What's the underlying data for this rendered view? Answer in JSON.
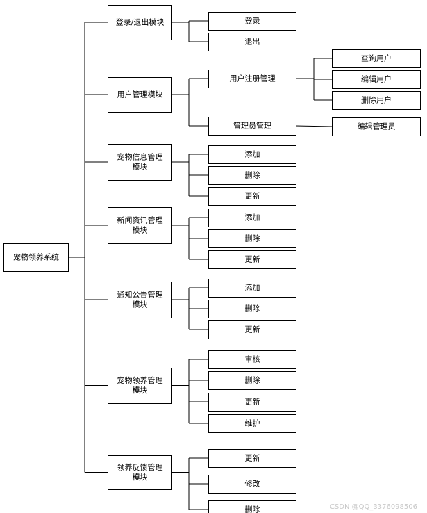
{
  "root": {
    "id": "root",
    "label": "宠物领养系统"
  },
  "modules": [
    {
      "id": "m_login",
      "label": [
        "登录/退出模块"
      ],
      "children": [
        {
          "id": "login",
          "label": "登录"
        },
        {
          "id": "logout",
          "label": "退出"
        }
      ]
    },
    {
      "id": "m_user",
      "label": [
        "用户管理模块"
      ],
      "children": [
        {
          "id": "user_reg",
          "label": "用户注册管理",
          "children": [
            {
              "id": "user_query",
              "label": "查询用户"
            },
            {
              "id": "user_edit",
              "label": "编辑用户"
            },
            {
              "id": "user_del",
              "label": "删除用户"
            }
          ]
        },
        {
          "id": "admin_mgmt",
          "label": "管理员管理",
          "children": [
            {
              "id": "admin_edit",
              "label": "编辑管理员"
            }
          ]
        }
      ]
    },
    {
      "id": "m_petinfo",
      "label": [
        "宠物信息管理",
        "模块"
      ],
      "children": [
        {
          "id": "pi_add",
          "label": "添加"
        },
        {
          "id": "pi_del",
          "label": "删除"
        },
        {
          "id": "pi_upd",
          "label": "更新"
        }
      ]
    },
    {
      "id": "m_news",
      "label": [
        "新闻资讯管理",
        "模块"
      ],
      "children": [
        {
          "id": "nw_add",
          "label": "添加"
        },
        {
          "id": "nw_del",
          "label": "删除"
        },
        {
          "id": "nw_upd",
          "label": "更新"
        }
      ]
    },
    {
      "id": "m_notice",
      "label": [
        "通知公告管理",
        "模块"
      ],
      "children": [
        {
          "id": "nt_add",
          "label": "添加"
        },
        {
          "id": "nt_del",
          "label": "删除"
        },
        {
          "id": "nt_upd",
          "label": "更新"
        }
      ]
    },
    {
      "id": "m_adopt",
      "label": [
        "宠物领养管理",
        "模块"
      ],
      "children": [
        {
          "id": "ad_audit",
          "label": "审核"
        },
        {
          "id": "ad_del",
          "label": "删除"
        },
        {
          "id": "ad_upd",
          "label": "更新"
        },
        {
          "id": "ad_maint",
          "label": "维护"
        }
      ]
    },
    {
      "id": "m_feedback",
      "label": [
        "领养反馈管理",
        "模块"
      ],
      "children": [
        {
          "id": "fb_upd",
          "label": "更新"
        },
        {
          "id": "fb_edit",
          "label": "修改"
        },
        {
          "id": "fb_del",
          "label": "删除"
        }
      ]
    }
  ],
  "watermark": "CSDN @QQ_3376098506"
}
